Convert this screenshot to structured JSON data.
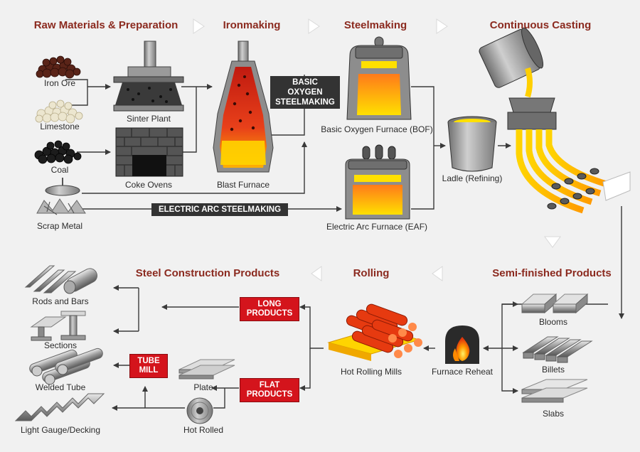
{
  "colors": {
    "heading": "#8b2a1f",
    "label_box_dark": "#333333",
    "label_box_red": "#d4141c",
    "arrow": "#3a3a3a"
  },
  "headings": {
    "raw": "Raw Materials & Preparation",
    "iron": "Ironmaking",
    "steel": "Steelmaking",
    "casting": "Continuous Casting",
    "semi": "Semi-finished Products",
    "rolling": "Rolling",
    "construction": "Steel Construction Products"
  },
  "labels": {
    "iron_ore": "Iron Ore",
    "limestone": "Limestone",
    "coal": "Coal",
    "scrap_metal": "Scrap Metal",
    "sinter_plant": "Sinter Plant",
    "coke_ovens": "Coke Ovens",
    "blast_furnace": "Blast Furnace",
    "bof": "Basic Oxygen Furnace (BOF)",
    "eaf": "Electric Arc Furnace (EAF)",
    "ladle": "Ladle (Refining)",
    "blooms": "Blooms",
    "billets": "Billets",
    "slabs": "Slabs",
    "furnace_reheat": "Furnace Reheat",
    "hot_rolling_mills": "Hot Rolling Mills",
    "plate": "Plate",
    "hot_rolled": "Hot Rolled",
    "rods_bars": "Rods and Bars",
    "sections": "Sections",
    "welded_tube": "Welded Tube",
    "light_gauge": "Light Gauge/Decking"
  },
  "process_boxes": {
    "bos_line1": "BASIC OXYGEN",
    "bos_line2": "STEELMAKING",
    "eas": "ELECTRIC ARC STEELMAKING",
    "long_line1": "LONG",
    "long_line2": "PRODUCTS",
    "flat_line1": "FLAT",
    "flat_line2": "PRODUCTS",
    "tube_line1": "TUBE",
    "tube_line2": "MILL"
  }
}
